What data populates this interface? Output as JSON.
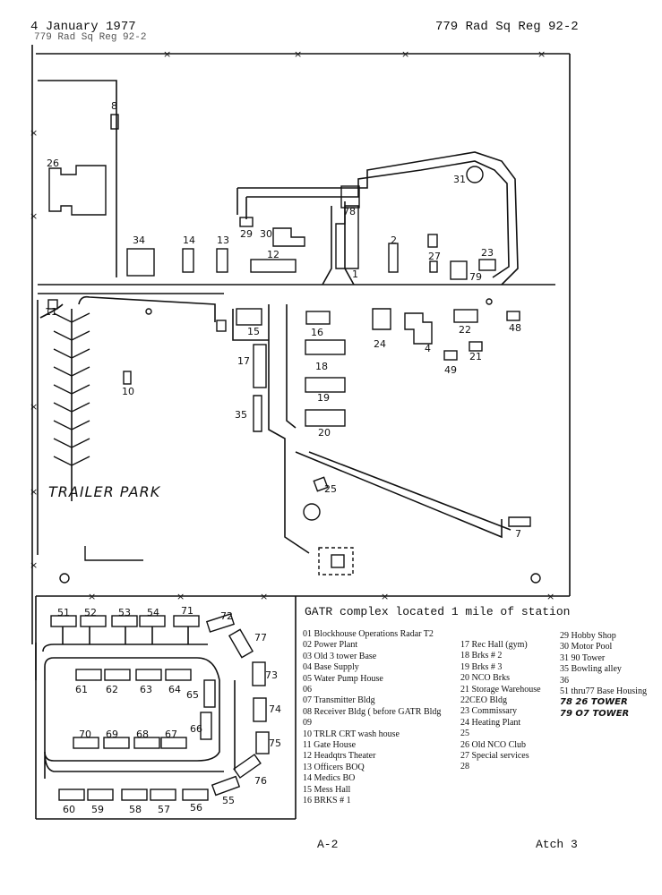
{
  "header": {
    "date": "4 January 1977",
    "date_ghost": "779 Rad Sq Reg 92-2",
    "reference": "779 Rad Sq Reg 92-2"
  },
  "map": {
    "trailer_park_label": "TRAILER PARK",
    "building_numbers": [
      "8",
      "26",
      "31",
      "78",
      "29",
      "30",
      "2",
      "27",
      "23",
      "79",
      "34",
      "14",
      "13",
      "12",
      "1",
      "11",
      "15",
      "16",
      "24",
      "4",
      "22",
      "48",
      "17",
      "18",
      "49",
      "21",
      "10",
      "19",
      "35",
      "20",
      "25",
      "7",
      "51",
      "52",
      "53",
      "54",
      "71",
      "72",
      "77",
      "73",
      "61",
      "62",
      "63",
      "64",
      "65",
      "74",
      "66",
      "70",
      "69",
      "68",
      "67",
      "75",
      "76",
      "60",
      "59",
      "58",
      "57",
      "56",
      "55"
    ]
  },
  "gatr_note": "GATR complex located 1 mile of station",
  "legend_col1": [
    "01 Blockhouse Operations Radar T2",
    "02 Power Plant",
    "03 Old 3 tower Base",
    "04 Base Supply",
    "05 Water Pump House",
    "06",
    "07 Transmitter Bldg",
    "08 Receiver Bldg ( before GATR Bldg",
    "09",
    "10 TRLR CRT wash house",
    "11 Gate House",
    "12 Headqtrs Theater",
    "13 Officers BOQ",
    "14 Medics BO",
    "15 Mess Hall",
    "16  BRKS # 1"
  ],
  "legend_col2": [
    "17 Rec Hall  (gym)",
    "18 Brks # 2",
    "19 Brks # 3",
    "20 NCO Brks",
    "21 Storage Warehouse",
    "22CEO Bldg",
    "23 Commissary",
    "24 Heating Plant",
    "25",
    "26 Old NCO Club",
    "27 Special services",
    "28"
  ],
  "legend_col3": [
    "29 Hobby Shop",
    "30 Motor Pool",
    "31 90 Tower",
    "35 Bowling alley",
    "36",
    "51 thru77 Base Housing"
  ],
  "legend_col3_hand": [
    "78 26 TOWER",
    "79 O7 TOWER"
  ],
  "footer": {
    "page": "A-2",
    "attachment": "Atch 3"
  }
}
